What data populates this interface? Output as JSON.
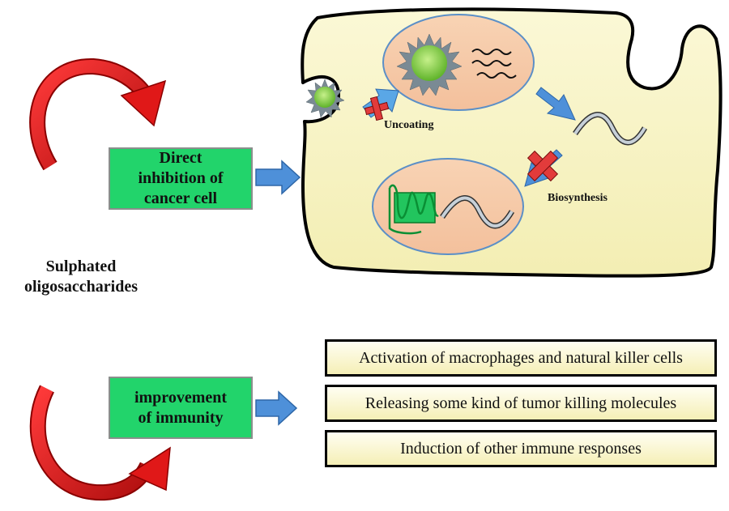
{
  "source_label": {
    "line1": "Sulphated",
    "line2": "oligosaccharides"
  },
  "direct_inhibition": {
    "line1": "Direct",
    "line2": "inhibition of",
    "line3": "cancer cell"
  },
  "immunity": {
    "line1": "improvement",
    "line2": "of immunity"
  },
  "cell": {
    "uncoating_label": "Uncoating",
    "biosynthesis_label": "Biosynthesis"
  },
  "outcomes": [
    "Activation of macrophages and natural killer cells",
    "Releasing some kind of tumor killing molecules",
    "Induction of other immune responses"
  ],
  "colors": {
    "cell_fill": "#f9f3b8",
    "nucleus_fill": "#f6c8a6",
    "nucleus_border": "#5b8fc7",
    "virus_green": "#8bd43a",
    "spike_gray": "#7a8a94",
    "box_green": "#22d46b",
    "arrow_blue": "#4e90d9",
    "curved_arrow_red": "#e01818",
    "x_mark": "#e23b3b"
  }
}
